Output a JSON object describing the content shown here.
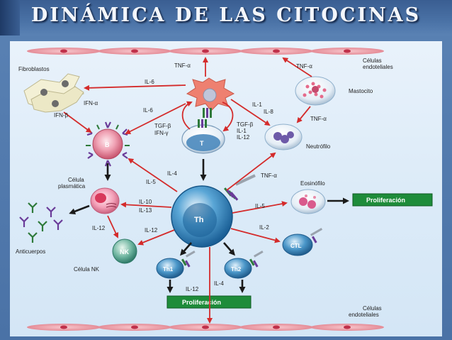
{
  "title": "DINÁMICA DE LAS CITOCINAS",
  "labels": {
    "fibroblastos": "Fibroblastos",
    "il6_top": "IL-6",
    "tnf_top": "TNF-α",
    "tnf_mast": "TNF-α",
    "celulas_endo_top": "Células endoteliales",
    "mastocito": "Mastocito",
    "ifn_a": "IFN-α",
    "ifn_b": "IFN-β",
    "il6_b": "IL-6",
    "il1": "IL-1",
    "il8": "IL-8",
    "tnf_neut": "TNF-α",
    "tgf_ifn": "TGF-β IFN-γ",
    "tgf_il1_il12": "TGF-β IL-1 IL-12",
    "neutrofilo": "Neutrófilo",
    "t_cell": "T",
    "b_cell": "B",
    "il4": "IL-4",
    "il5_b": "IL-5",
    "tnf_eos": "TNF-α",
    "eosinofilo": "Eosinófilo",
    "proliferacion_right": "Proliferación",
    "celula_plasmatica": "Célula plasmática",
    "il10": "IL-10",
    "il13": "IL-13",
    "il5_eos": "IL-5",
    "th": "Th",
    "il12_nk": "IL-12",
    "il12_th": "IL-12",
    "il2": "IL-2",
    "ctl": "CTL",
    "nk": "NK",
    "anticuerpos": "Anticuerpos",
    "celula_nk": "Célula NK",
    "th1": "Th1",
    "th2": "Th2",
    "il12_bottom": "IL-12",
    "il4_bottom": "IL-4",
    "proliferacion_bottom": "Proliferación",
    "celulas_endo_bottom": "Células endoteliales"
  },
  "colors": {
    "arrow": "#d42b2b",
    "black_arrow": "#1a1a1a",
    "green_box": "#1e8c3a",
    "th_cell": "#1f6fa8"
  }
}
